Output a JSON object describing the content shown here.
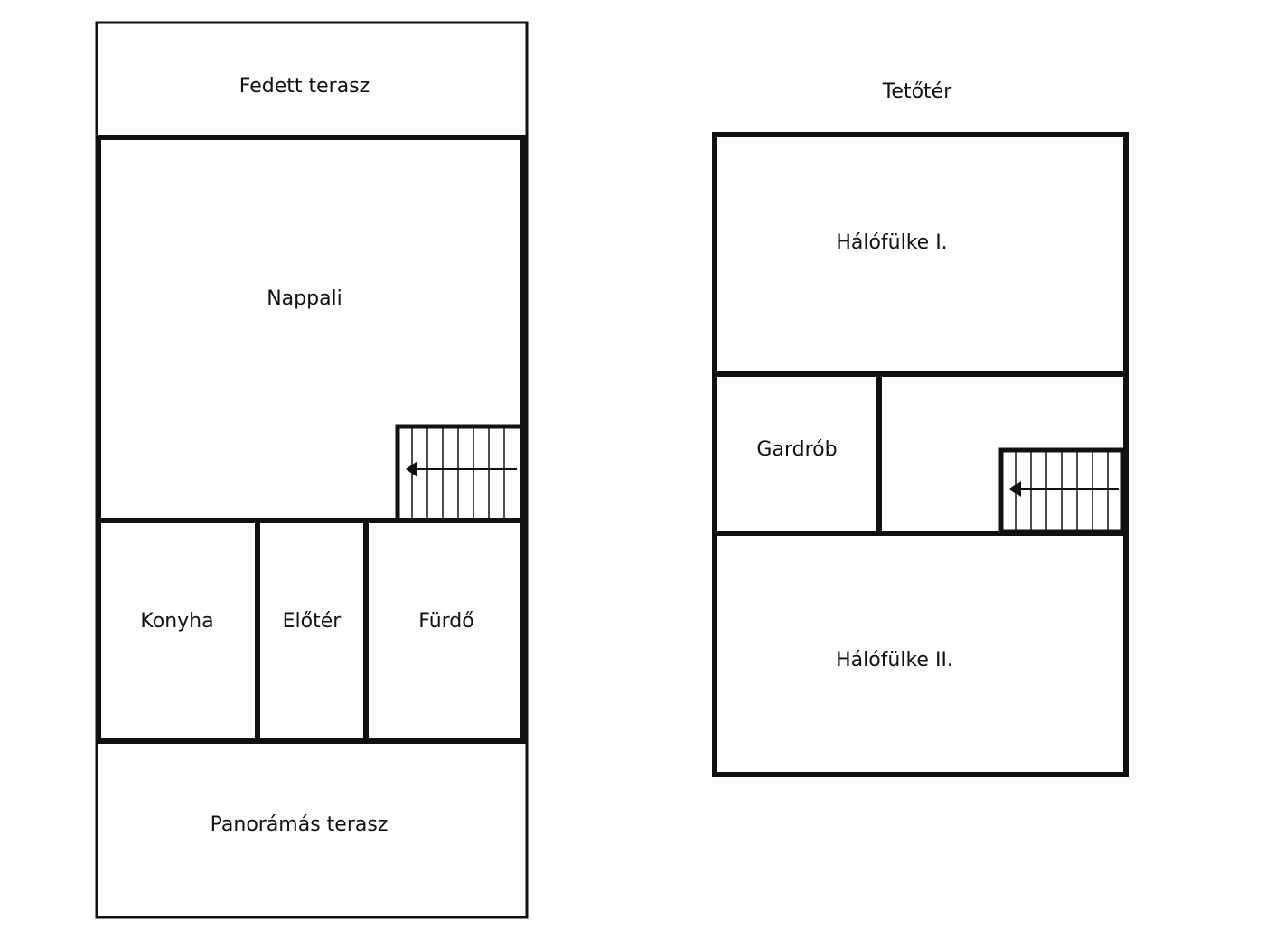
{
  "floor_plan": {
    "ground_floor": {
      "rooms": {
        "covered_terrace": "Fedett terasz",
        "living_room": "Nappali",
        "kitchen": "Konyha",
        "hallway": "Előtér",
        "bathroom": "Fürdő",
        "panorama_terrace": "Panorámás terasz"
      }
    },
    "attic": {
      "title": "Tetőtér",
      "rooms": {
        "bedroom_1": "Hálófülke I.",
        "wardrobe": "Gardrób",
        "bedroom_2": "Hálófülke II."
      }
    },
    "icons": {
      "ground_stairs": "staircase-icon",
      "attic_stairs": "staircase-icon"
    },
    "colors": {
      "wall": "#111111",
      "background": "#ffffff"
    }
  }
}
